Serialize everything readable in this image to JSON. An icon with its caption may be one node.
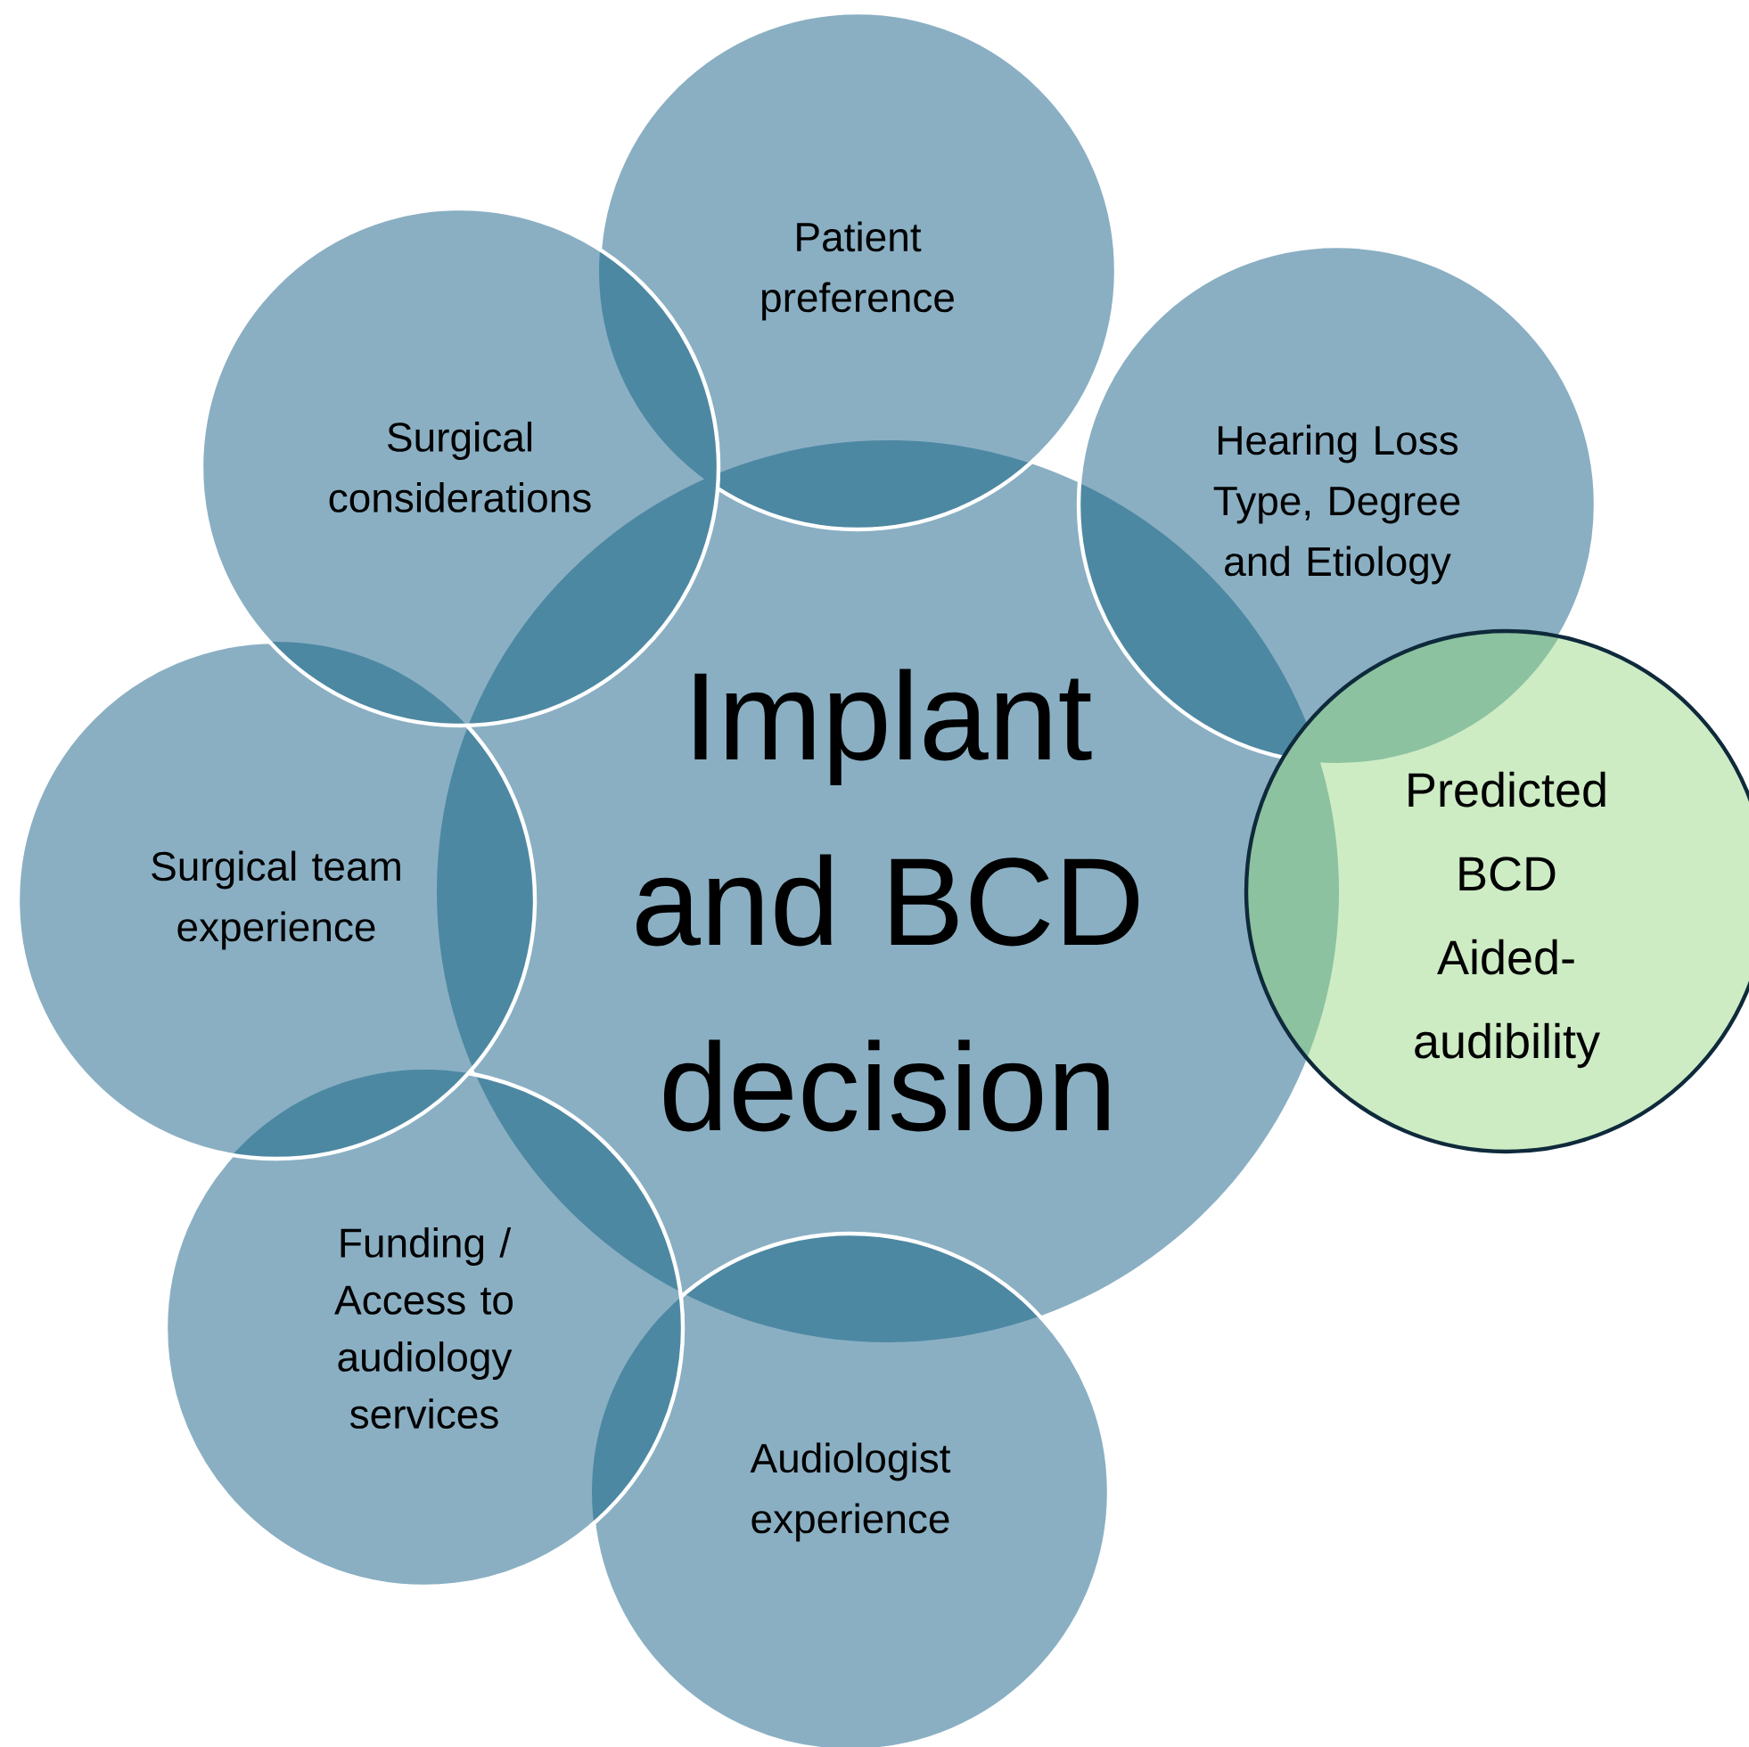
{
  "diagram": {
    "nodes": [
      {
        "text": [
          "Implant and BCD decision"
        ]
      },
      {
        "text": [
          "Patient preference"
        ]
      },
      {
        "text": [
          "Hearing Loss Type, Degree and Etiology"
        ]
      },
      {
        "text": [
          "Predicted BCD Aided-audibility"
        ]
      },
      {
        "text": [
          "Audiologist experience"
        ]
      },
      {
        "text": [
          "Funding / Access to audiology services"
        ]
      },
      {
        "text": [
          "Surgical team experience"
        ]
      },
      {
        "text": [
          "Surgical considerations"
        ]
      }
    ]
  }
}
